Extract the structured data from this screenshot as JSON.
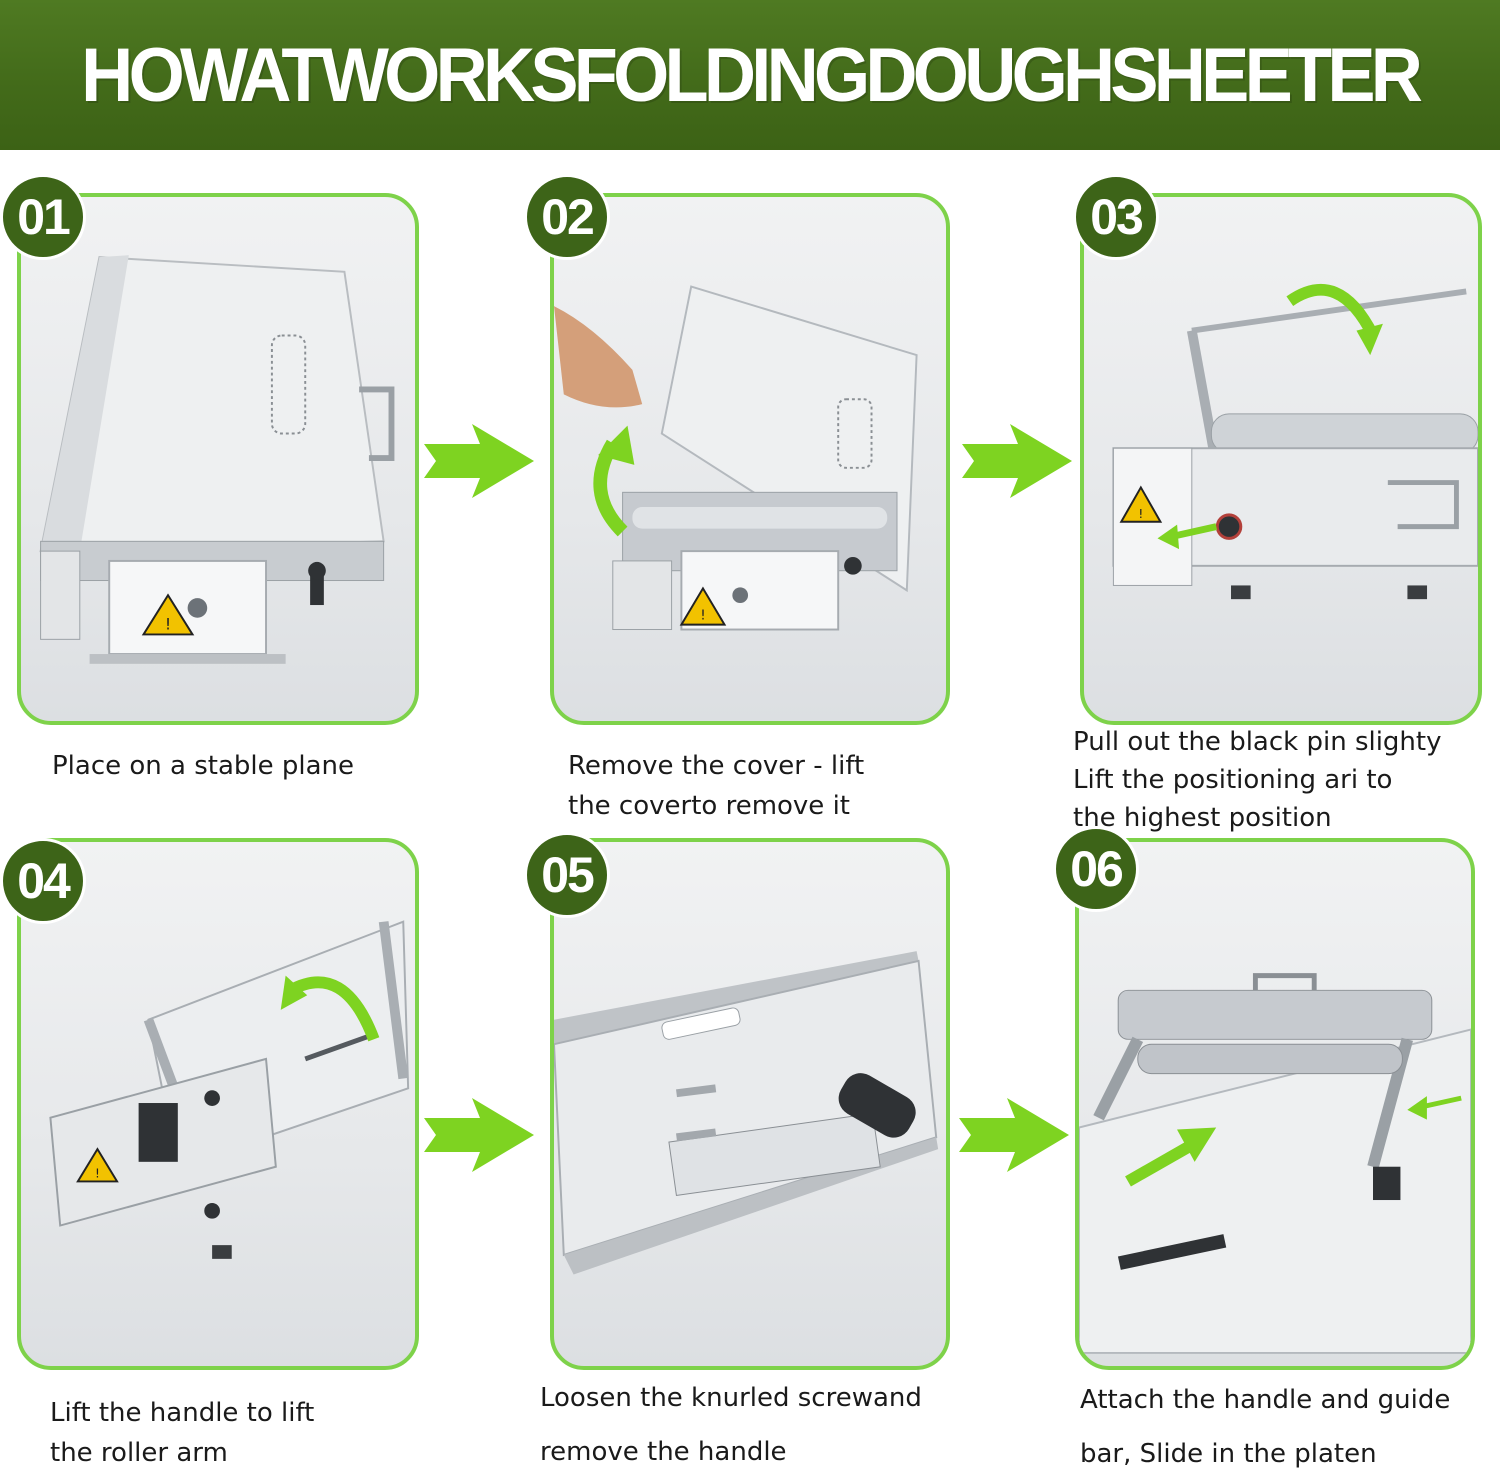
{
  "banner": {
    "title": "HOWATWORKSFOLDINGDOUGHSHEETER"
  },
  "colors": {
    "banner_green": "#436b1a",
    "badge_green": "#3d6418",
    "panel_border": "#7ed24a",
    "arrow_green": "#7ed321"
  },
  "steps": [
    {
      "number": "01",
      "caption_lines": [
        "Place on a stable plane"
      ]
    },
    {
      "number": "02",
      "caption_lines": [
        "Remove the cover - lift",
        "the coverto remove it"
      ]
    },
    {
      "number": "03",
      "caption_lines": [
        "Pull out the black pin slighty",
        "Lift the positioning ari to",
        "the highest position"
      ]
    },
    {
      "number": "04",
      "caption_lines": [
        "Lift the handle to lift",
        "the roller arm"
      ]
    },
    {
      "number": "05",
      "caption_lines": [
        "Loosen the knurled screwand",
        "remove the handle"
      ]
    },
    {
      "number": "06",
      "caption_lines": [
        "Attach the handle and guide",
        "bar, Slide in the platen"
      ]
    }
  ],
  "icons": [
    "next-arrow-icon",
    "warning-sign-icon",
    "curved-arrow-icon"
  ]
}
